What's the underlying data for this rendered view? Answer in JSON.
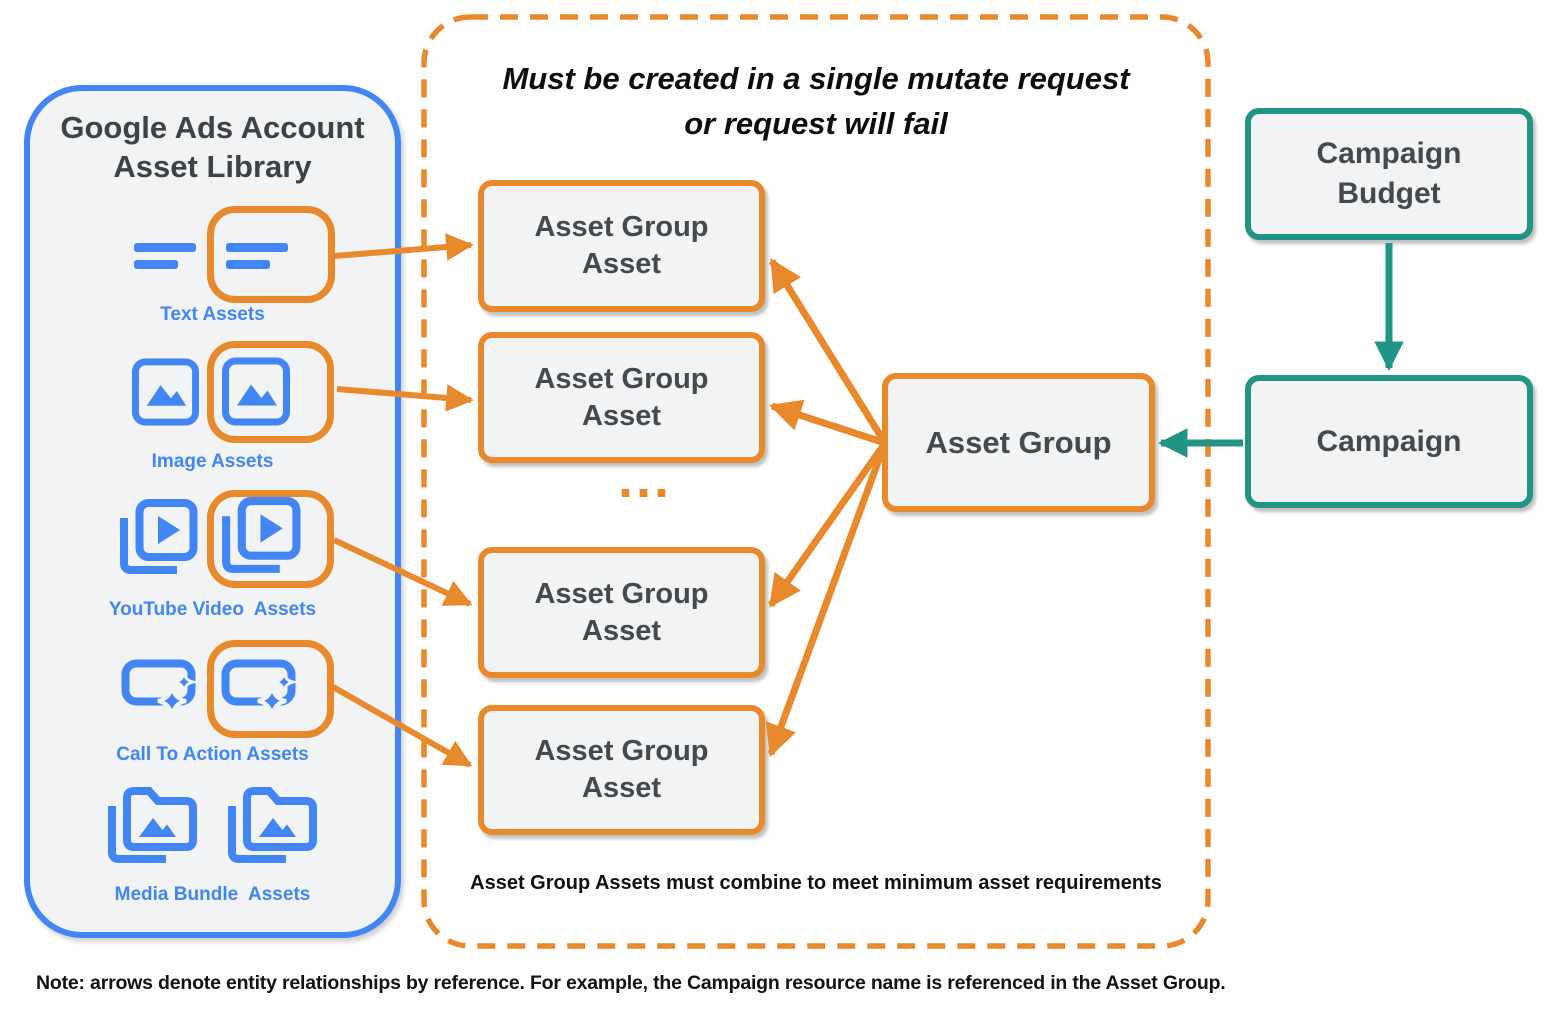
{
  "colors": {
    "orange": "#E8892B",
    "blue": "#4285F4",
    "teal": "#219486",
    "box_fill": "#F1F3F4",
    "dark_text": "#3F4245"
  },
  "left_panel": {
    "title": "Google Ads Account\nAsset Library",
    "items": [
      {
        "label": "Text Assets",
        "icon": "text-lines-icon",
        "highlighted": true
      },
      {
        "label": "Image Assets",
        "icon": "image-icon",
        "highlighted": true
      },
      {
        "label": "YouTube Video  Assets",
        "icon": "video-stack-icon",
        "highlighted": true
      },
      {
        "label": "Call To Action Assets",
        "icon": "cta-sparkle-icon",
        "highlighted": true
      },
      {
        "label": "Media Bundle  Assets",
        "icon": "media-folder-icon",
        "highlighted": false
      }
    ]
  },
  "mutate_panel": {
    "title": "Must be created in a single mutate request\nor request will fail",
    "asset_boxes": [
      "Asset Group\nAsset",
      "Asset Group\nAsset",
      "Asset Group\nAsset",
      "Asset Group\nAsset"
    ],
    "ellipsis": "...",
    "caption": "Asset Group Assets must combine to meet minimum asset requirements"
  },
  "entities": {
    "asset_group": "Asset Group",
    "campaign_budget": "Campaign\nBudget",
    "campaign": "Campaign"
  },
  "note": "Note: arrows denote entity relationships by reference. For example, the Campaign resource name is referenced in the Asset Group."
}
